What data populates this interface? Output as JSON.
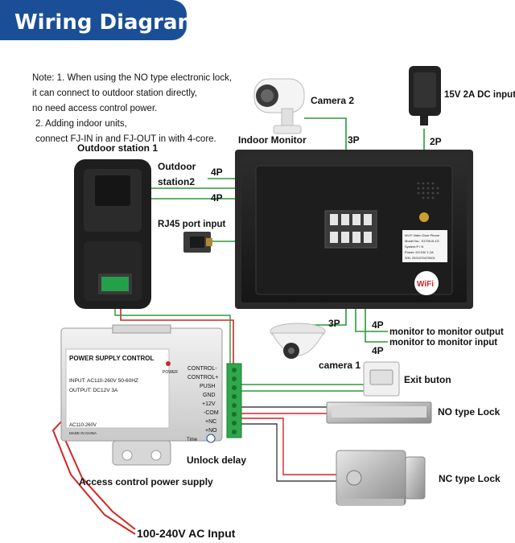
{
  "title": "Wiring Diagram",
  "colors": {
    "banner": "#1a4f97",
    "wire_green": "#2a9a3a",
    "wire_red": "#d42424",
    "wire_dark": "#444444"
  },
  "note": {
    "line1": "Note: 1. When using the NO type electronic lock,",
    "line2": "it can connect to outdoor station directly,",
    "line3": "no need access control power.",
    "line4": "2. Adding indoor units,",
    "line5": "connect FJ-IN in and FJ-OUT in with 4-core."
  },
  "labels": {
    "outdoor_station_1": "Outdoor station 1",
    "outdoor_station_2_a": "Outdoor",
    "outdoor_station_2_b": "station2",
    "camera2": "Camera 2",
    "power_adapter": "15V 2A DC input",
    "indoor_monitor": "Indoor Monitor",
    "p3_top": "3P",
    "p2": "2P",
    "p4_a": "4P",
    "p4_b": "4P",
    "rj45": "RJ45 port input",
    "p3_bottom": "3P",
    "p4_c": "4P",
    "p4_d": "4P",
    "mon_out": "monitor to monitor output",
    "mon_in": "monitor to monitor input",
    "camera1": "camera 1",
    "exit_button": "Exit buton",
    "no_lock": "NO type Lock",
    "nc_lock": "NC type Lock",
    "unlock_delay": "Unlock delay",
    "access_supply": "Access control power supply",
    "ac_input": "100-240V  AC Input",
    "wifi": "WiFi"
  },
  "power_box": {
    "header": "POWER SUPPLY CONTROL",
    "power_led": "POWER",
    "input": "INPUT: AC110-260V 50-60HZ",
    "output": "OUTPUT: DC12V  3A",
    "model": "AC110-260V",
    "made_in": "MADE IN CHINA",
    "time": "Time",
    "terminals": [
      "CONTROL-",
      "CONTROL+",
      "PUSH",
      "GND",
      "+12V",
      "-COM",
      "+NC",
      "+NO"
    ]
  },
  "monitor_sticker": {
    "line1": "Wi-Fi Video Door Phone",
    "line2": "Model No.: S1709-B-1G",
    "line3": "System:P / N",
    "line4": "Power: DC15V  1.2A",
    "line5": "S/N: 2021070470001"
  }
}
